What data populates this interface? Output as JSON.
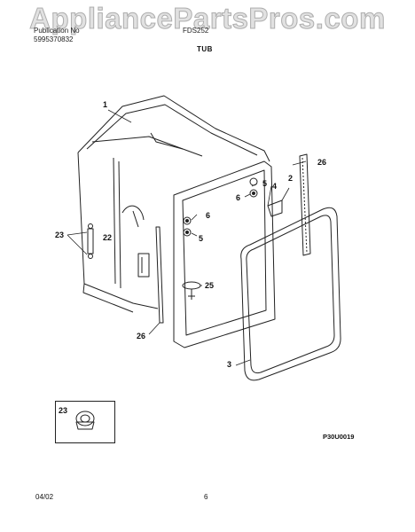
{
  "watermark": "AppliancePartsPros.com",
  "header": {
    "publication_label": "Publication No",
    "publication_number": "5995370832",
    "model": "FDS252",
    "section_title": "TUB"
  },
  "callouts": {
    "tub": "1",
    "bracket": "2",
    "door_gasket": "3",
    "screw": "4",
    "nut_5a": "5",
    "nut_5b": "5",
    "washer_6a": "6",
    "washer_6b": "6",
    "clip_22": "22",
    "screw_23": "23",
    "inset_23": "23",
    "drain_25": "25",
    "side_seal_left": "26",
    "side_seal_right": "26"
  },
  "figure_code": "P30U0019",
  "footer": {
    "date": "04/02",
    "page": "6"
  }
}
